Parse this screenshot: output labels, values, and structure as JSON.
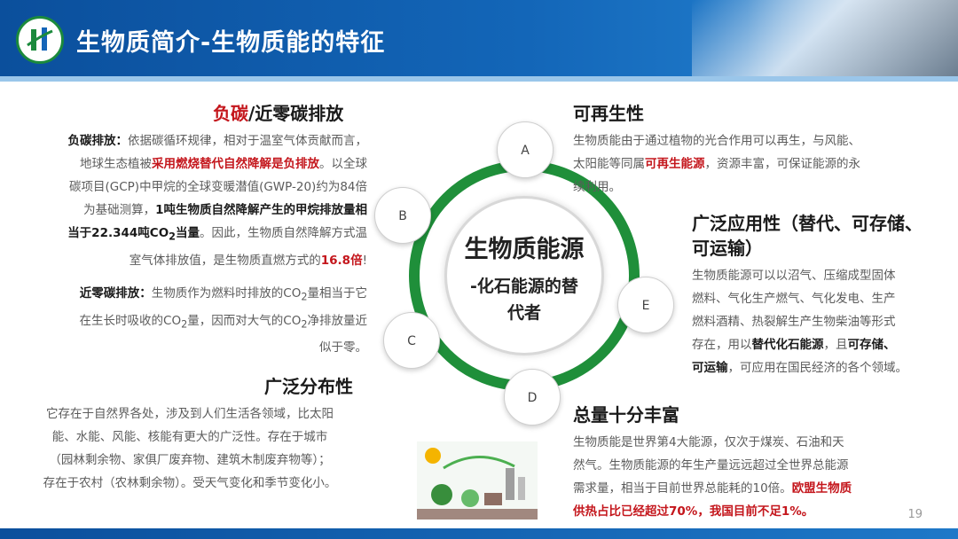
{
  "header": {
    "title": "生物质简介-生物质能的特征"
  },
  "center": {
    "line1": "生物质能源",
    "line2": "-化石能源的替",
    "line3": "代者"
  },
  "nodes": {
    "a": "A",
    "b": "B",
    "c": "C",
    "d": "D",
    "e": "E"
  },
  "carbon": {
    "title_red": "负碳",
    "title_rest": "/近零碳排放",
    "p1_label": "负碳排放：",
    "p1_a": "依据碳循环规律，相对于温室气体贡献而言，",
    "p1_b": "地球生态植被",
    "p1_b_red": "采用燃烧替代自然降解是负排放",
    "p1_c": "。以全球",
    "p1_d": "碳项目(GCP)中甲烷的全球变暖潜值(GWP-20)约为84倍",
    "p1_e": "为基础测算，",
    "p1_e_bold": "1吨生物质自然降解产生的甲烷排放量相",
    "p1_f_bold": "当于22.344吨CO",
    "p1_f_bold2": "当量",
    "p1_f": "。因此，生物质自然降解方式温",
    "p1_g": "室气体排放值，是生物质直燃方式的",
    "p1_g_red": "16.8倍",
    "p1_g_end": "!",
    "p2_label": "近零碳排放：",
    "p2_a": "生物质作为燃料时排放的CO",
    "p2_a2": "量相当于它",
    "p2_b": "在生长时吸收的CO",
    "p2_b2": "量，因而对大气的CO",
    "p2_b3": "净排放量近",
    "p2_c": "似于零。",
    "sub2": "2"
  },
  "renewable": {
    "title": "可再生性",
    "l1": "生物质能由于通过植物的光合作用可以再生，与风能、",
    "l2a": "太阳能等同属",
    "l2_red": "可再生能源",
    "l2b": "，资源丰富，可保证能源的永",
    "l3": "续利用。"
  },
  "widely_used": {
    "title1": "广泛应用性（替代、可存储、",
    "title2": "可运输）",
    "l1": "生物质能源可以以沼气、压缩成型固体",
    "l2": "燃料、气化生产燃气、气化发电、生产",
    "l3": "燃料酒精、热裂解生产生物柴油等形式",
    "l4a": "存在，用以",
    "l4_bold": "替代化石能源",
    "l4b": "，且",
    "l4_bold2": "可存储、",
    "l5_bold": "可运输",
    "l5": "，可应用在国民经济的各个领域。"
  },
  "distribution": {
    "title": "广泛分布性",
    "l1": "它存在于自然界各处，涉及到人们生活各领域，比太阳",
    "l2": "能、水能、风能、核能有更大的广泛性。存在于城市",
    "l3": "（园林剩余物、家俱厂废弃物、建筑木制废弃物等）；",
    "l4": "存在于农村（农林剩余物）。受天气变化和季节变化小。"
  },
  "abundant": {
    "title": "总量十分丰富",
    "l1": "生物质能是世界第4大能源，仅次于煤炭、石油和天",
    "l2": "然气。生物质能源的年生产量远远超过全世界总能源",
    "l3a": "需求量，相当于目前世界总能耗的10倍。",
    "l3_red": "欧盟生物质",
    "l4_red": "供热占比已经超过70%，我国目前不足1%。"
  },
  "page_number": "19",
  "colors": {
    "header_blue": "#0b4f9c",
    "accent_red": "#c4161c",
    "ring_green": "#1f8f3a"
  }
}
